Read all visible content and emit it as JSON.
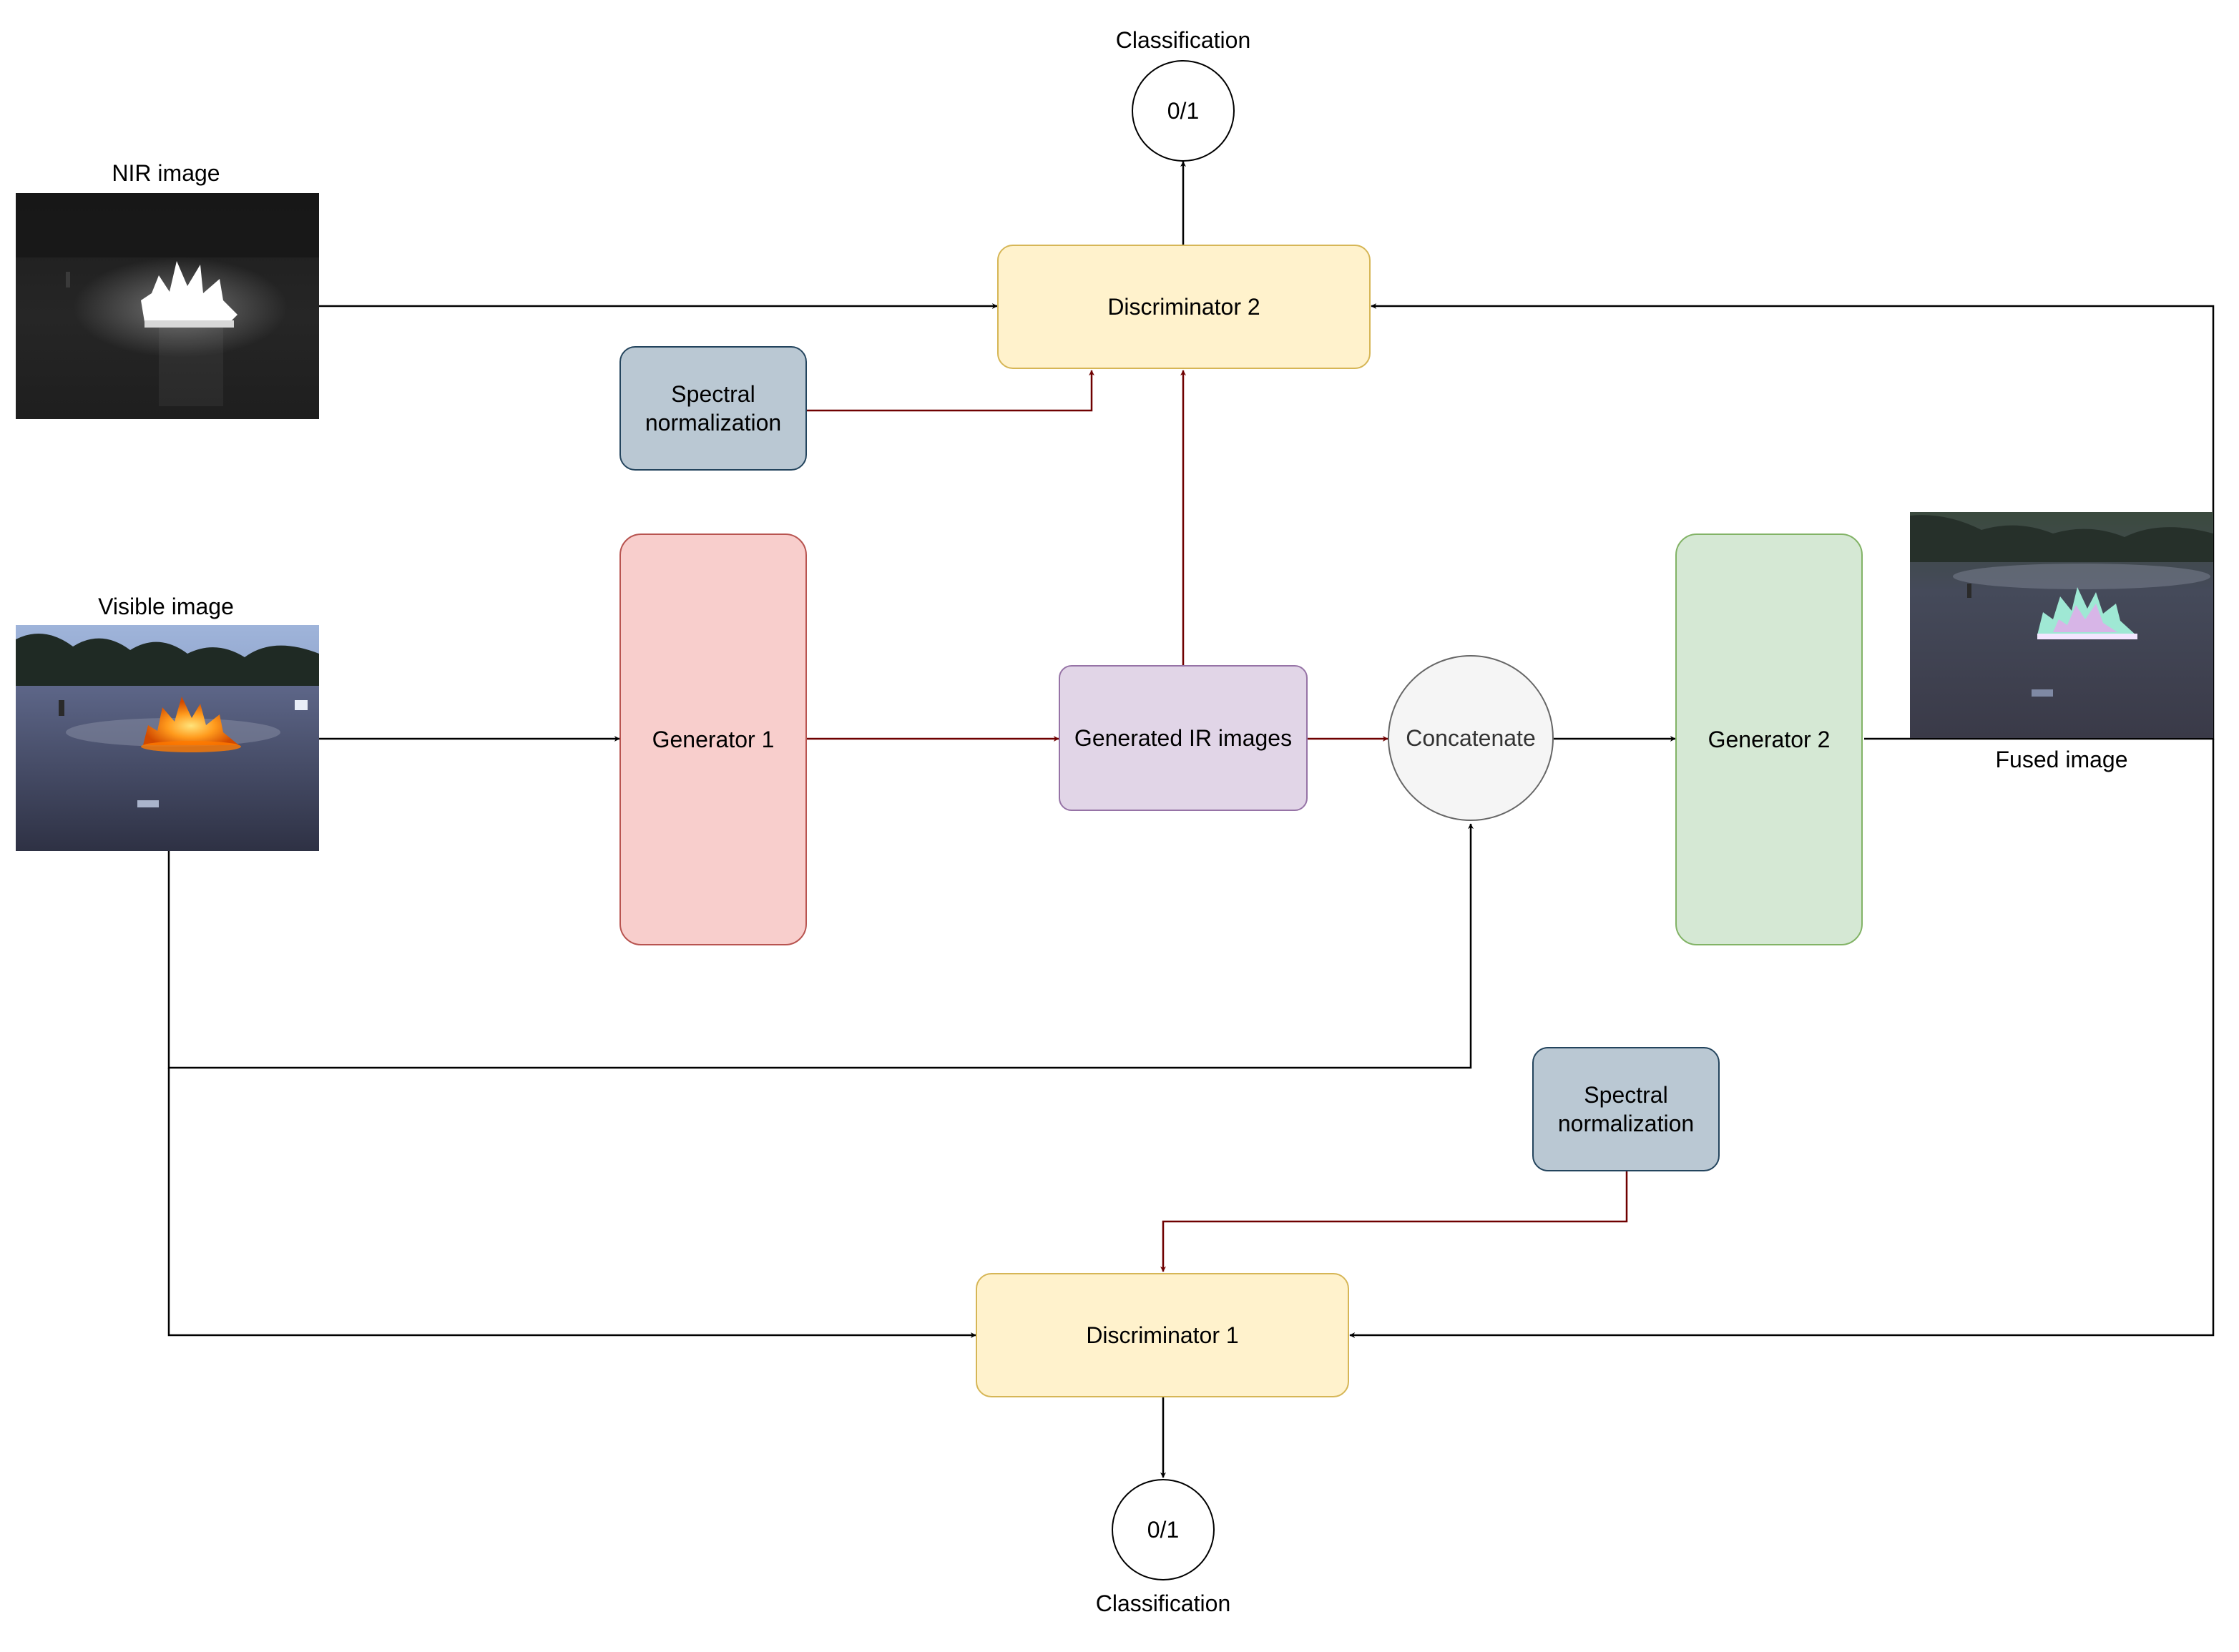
{
  "inputs": {
    "nir_label": "NIR image",
    "visible_label": "Visible image",
    "fused_label": "Fused image"
  },
  "nodes": {
    "discriminator_2": "Discriminator 2",
    "discriminator_1": "Discriminator 1",
    "spectral_norm_top": "Spectral\nnormalization",
    "spectral_norm_bottom": "Spectral\nnormalization",
    "generator_1": "Generator 1",
    "generator_2": "Generator 2",
    "generated_ir": "Generated IR images",
    "concatenate": "Concatenate"
  },
  "outputs": {
    "top_value": "0/1",
    "top_label": "Classification",
    "bottom_value": "0/1",
    "bottom_label": "Classification"
  },
  "colors": {
    "edge_default": "#000000",
    "edge_generator_flow": "#6f0000",
    "discriminator_fill": "#fff2cc",
    "spectral_fill": "#bac8d3",
    "generator_1_fill": "#f8cecc",
    "generator_2_fill": "#d5e8d4",
    "generated_ir_fill": "#e1d5e7",
    "concatenate_fill": "#f5f5f5"
  }
}
